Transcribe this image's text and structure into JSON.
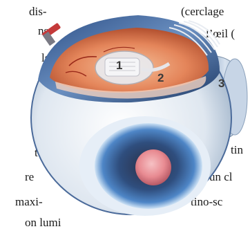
{
  "figure": {
    "labels": [
      "1",
      "2",
      "3"
    ]
  },
  "text_fragments": {
    "left": [
      "dis-",
      "ns",
      "ls",
      "t",
      "re",
      "maxi-",
      "on lumi"
    ],
    "right": [
      "(cerclage",
      "l’œil (",
      "tin",
      "un cl",
      "tino-sc"
    ]
  }
}
